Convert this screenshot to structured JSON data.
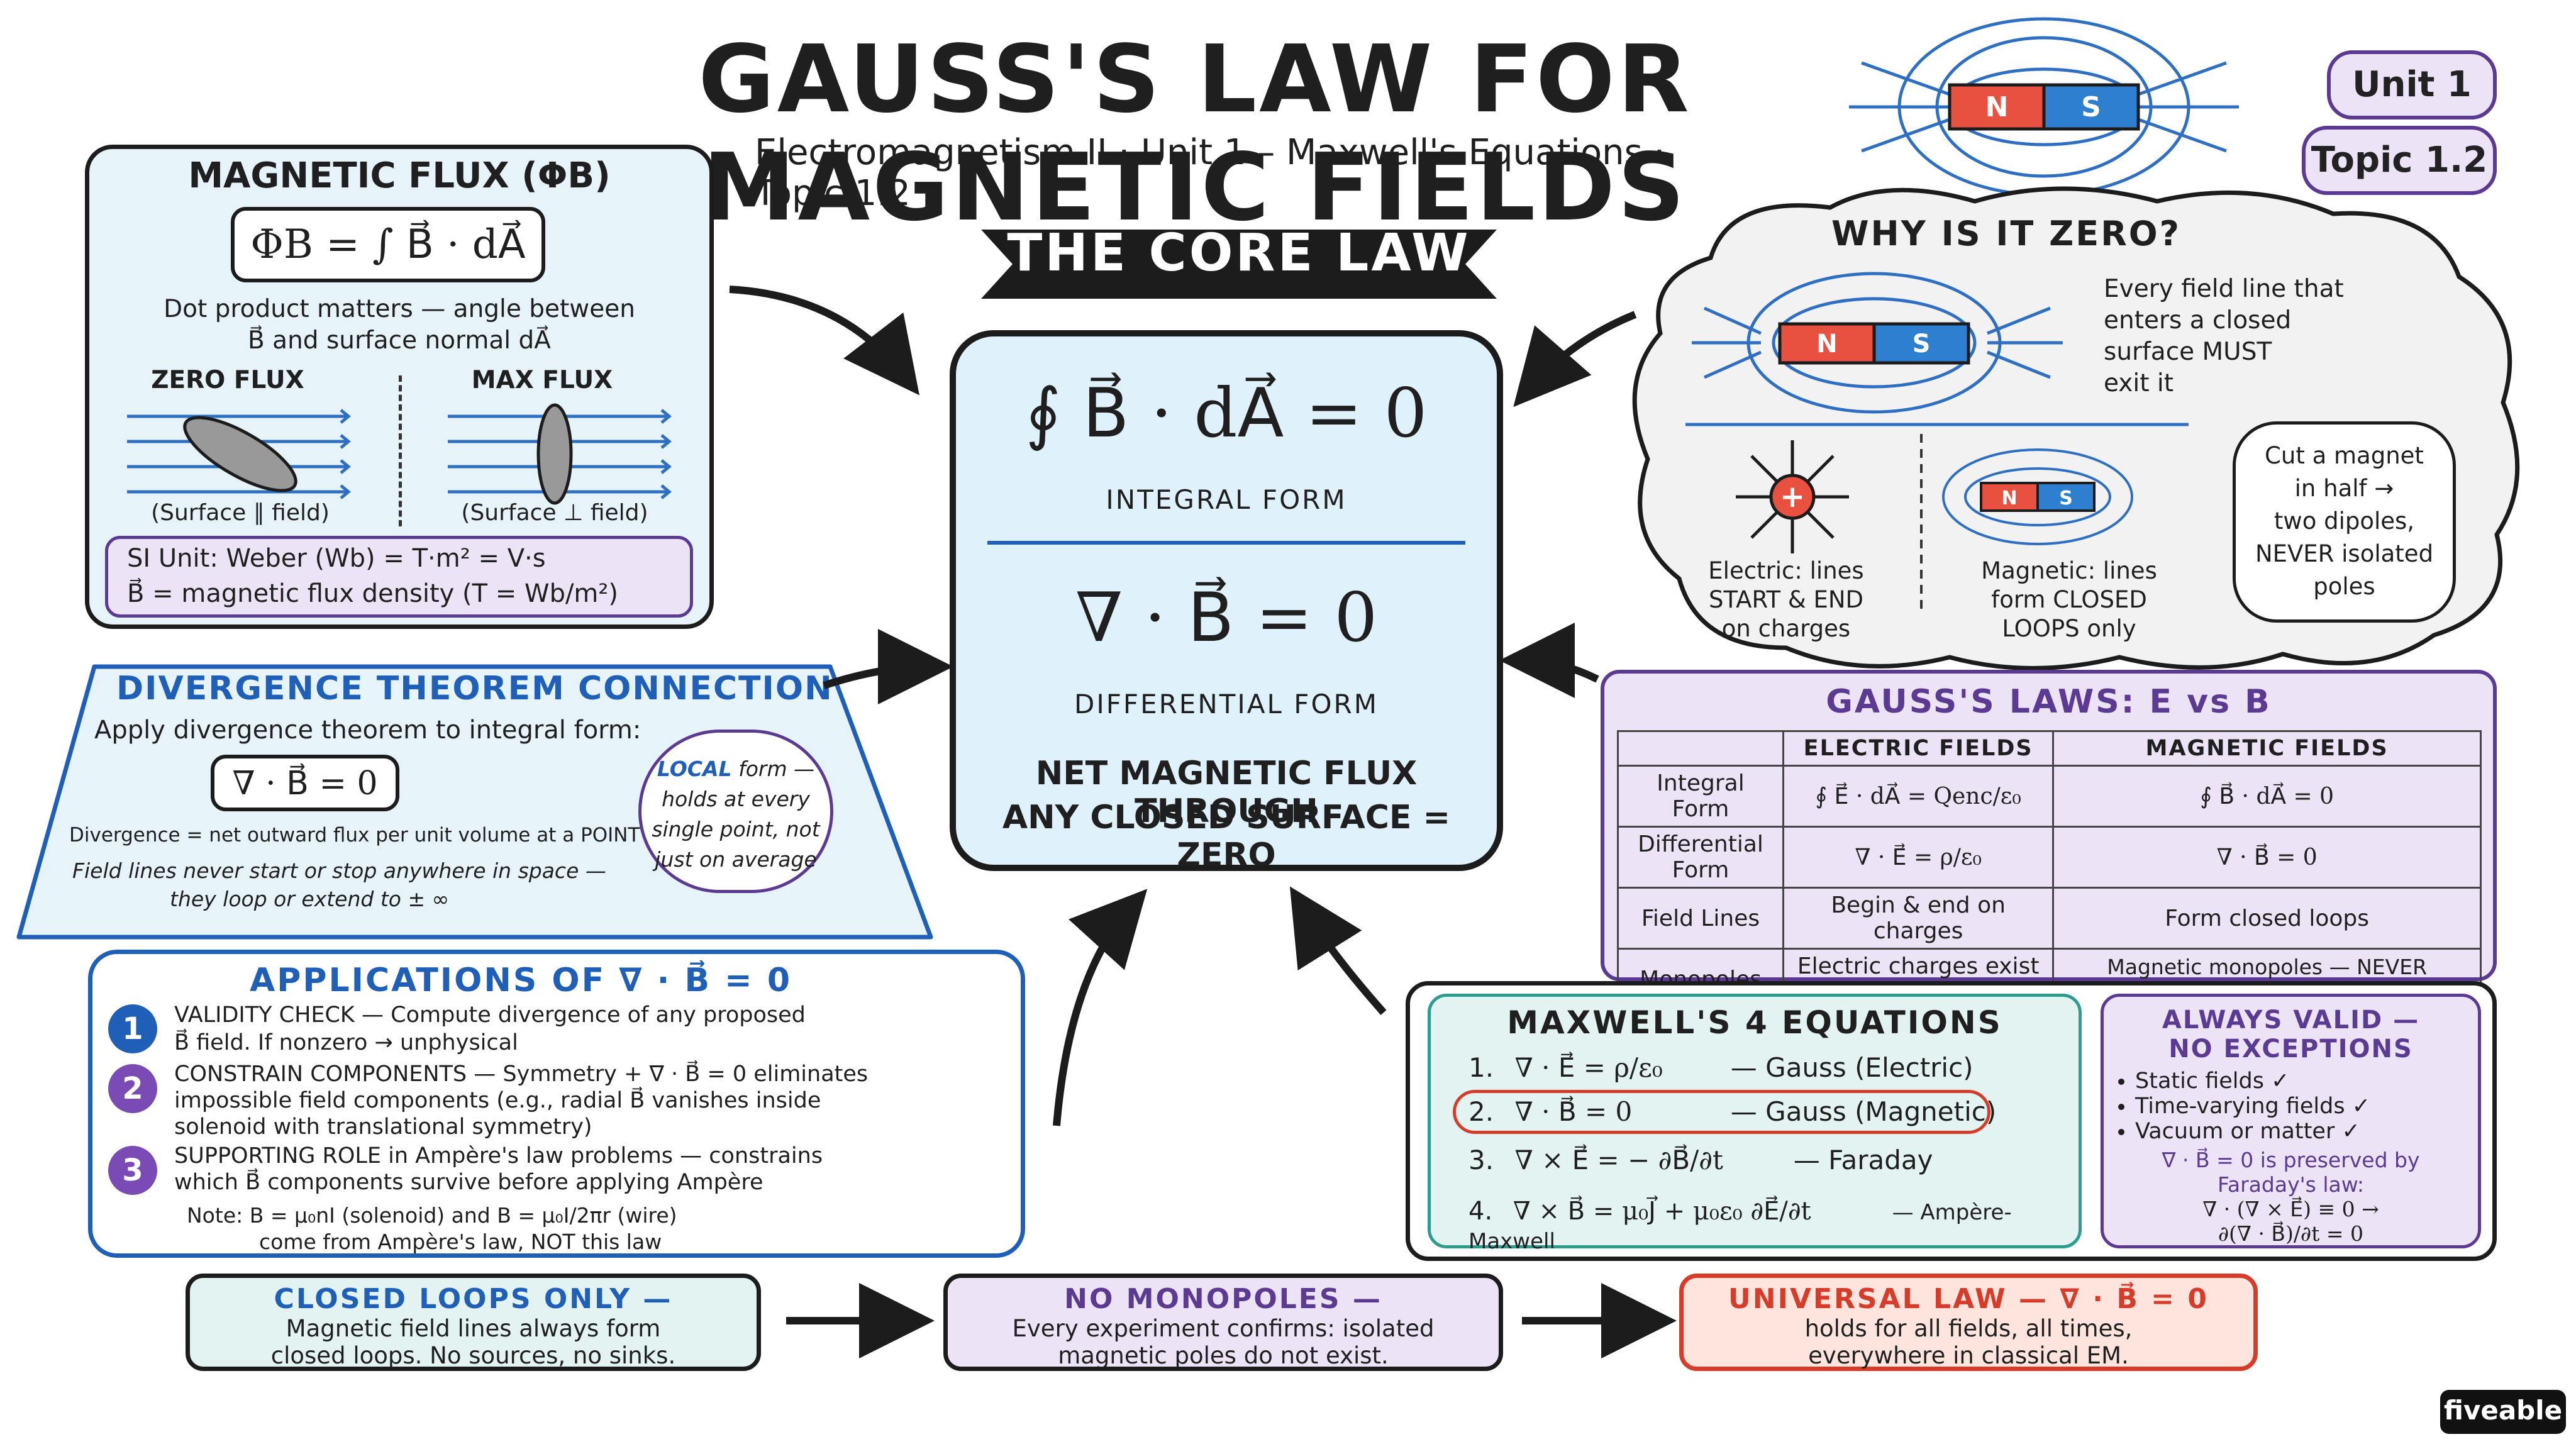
{
  "header": {
    "title": "GAUSS'S LAW FOR MAGNETIC FIELDS",
    "subtitle": "Electromagnetism II · Unit 1 – Maxwell's Equations · Topic 1.2",
    "unit_badge": "Unit 1",
    "topic_badge": "Topic 1.2",
    "magnet_n": "N",
    "magnet_s": "S"
  },
  "flux_panel": {
    "title": "MAGNETIC FLUX (ΦB)",
    "equation": "ΦB = ∫ B⃗ · dA⃗",
    "note_line1": "Dot product matters — angle between",
    "note_line2": "B⃗ and surface normal dA⃗",
    "zero_label": "ZERO FLUX",
    "max_label": "MAX FLUX",
    "zero_caption": "(Surface ∥ field)",
    "max_caption": "(Surface ⊥ field)",
    "units_line1": "SI Unit: Weber (Wb) = T·m² = V·s",
    "units_line2": "B⃗ = magnetic flux density (T = Wb/m²)"
  },
  "divergence_panel": {
    "title": "DIVERGENCE THEOREM CONNECTION",
    "intro": "Apply divergence theorem to integral form:",
    "equation": "∇ · B⃗ = 0",
    "line1": "Divergence = net outward flux per unit volume at a POINT",
    "line2": "Field lines never start or stop anywhere in space —",
    "line3": "they loop or extend to ± ∞",
    "bubble_local": "LOCAL",
    "bubble_rest1": " form —",
    "bubble_line2": "holds at every",
    "bubble_line3": "single point, not",
    "bubble_line4": "just on average"
  },
  "core": {
    "banner": "THE CORE LAW",
    "integral_eq": "∮ B⃗ · dA⃗ = 0",
    "integral_label": "INTEGRAL FORM",
    "differential_eq": "∇ · B⃗ = 0",
    "differential_label": "DIFFERENTIAL FORM",
    "statement_line1": "NET MAGNETIC FLUX THROUGH",
    "statement_line2": "ANY CLOSED SURFACE = ZERO"
  },
  "why_zero": {
    "title": "WHY IS IT ZERO?",
    "text_line1": "Every field line that",
    "text_line2": "enters a closed",
    "text_line3": "surface MUST",
    "text_line4": "exit it",
    "electric_line1": "Electric: lines",
    "electric_line2": "START & END",
    "electric_line3": "on charges",
    "magnetic_line1": "Magnetic: lines",
    "magnetic_line2": "form CLOSED",
    "magnetic_line3": "LOOPS only",
    "cut_line1": "Cut a magnet",
    "cut_line2": "in half →",
    "cut_line3": "two dipoles,",
    "cut_line4": "NEVER isolated",
    "cut_line5": "poles"
  },
  "gauss_table": {
    "title": "GAUSS'S LAWS: E vs B",
    "col_electric": "ELECTRIC FIELDS",
    "col_magnetic": "MAGNETIC FIELDS",
    "rows": [
      {
        "label": "Integral Form",
        "electric": "∮ E⃗ · dA⃗ = Qenc/ε₀",
        "magnetic": "∮ B⃗ · dA⃗ = 0"
      },
      {
        "label": "Differential Form",
        "electric": "∇ · E⃗ = ρ/ε₀",
        "magnetic": "∇ · B⃗ = 0"
      },
      {
        "label": "Field Lines",
        "electric": "Begin & end on charges",
        "magnetic": "Form closed loops"
      },
      {
        "label": "Monopoles",
        "electric": "Electric charges exist ✓",
        "magnetic": "Magnetic monopoles — NEVER observed ✗"
      }
    ]
  },
  "applications": {
    "title": "APPLICATIONS OF ∇ · B⃗ = 0",
    "items": [
      {
        "num": "1",
        "line1": "VALIDITY CHECK — Compute divergence of any proposed",
        "line2": "B⃗ field. If nonzero → unphysical",
        "line3": ""
      },
      {
        "num": "2",
        "line1": "CONSTRAIN COMPONENTS — Symmetry + ∇ · B⃗ = 0 eliminates",
        "line2": "impossible field components (e.g., radial B⃗ vanishes inside",
        "line3": "solenoid with translational symmetry)"
      },
      {
        "num": "3",
        "line1": "SUPPORTING ROLE in Ampère's law problems — constrains",
        "line2": "which B⃗ components survive before applying Ampère",
        "line3": ""
      }
    ],
    "note_line1": "Note: B = μ₀nI (solenoid) and B = μ₀I/2πr (wire)",
    "note_line2": "come from Ampère's law, NOT this law"
  },
  "maxwell": {
    "title": "MAXWELL'S 4 EQUATIONS",
    "equations": [
      {
        "num": "1.",
        "eq": "∇ · E⃗ = ρ/ε₀",
        "name": "— Gauss (Electric)"
      },
      {
        "num": "2.",
        "eq": "∇ · B⃗ = 0",
        "name": "— Gauss (Magnetic)"
      },
      {
        "num": "3.",
        "eq": "∇ × E⃗ = − ∂B⃗/∂t",
        "name": "— Faraday"
      },
      {
        "num": "4.",
        "eq": "∇ × B⃗ = μ₀J⃗ + μ₀ε₀ ∂E⃗/∂t",
        "name": "— Ampère-Maxwell"
      }
    ]
  },
  "always_valid": {
    "title_line1": "ALWAYS VALID —",
    "title_line2": "NO EXCEPTIONS",
    "bullets": [
      "Static fields ✓",
      "Time-varying fields ✓",
      "Vacuum or matter ✓"
    ],
    "faraday_line1": "∇ · B⃗ = 0 is preserved by",
    "faraday_line2": "Faraday's law:",
    "faraday_line3": "∇ · (∇ × E⃗) ≡ 0 →",
    "faraday_line4": "∂(∇ · B⃗)/∂t = 0"
  },
  "footer": {
    "closed_title": "CLOSED LOOPS ONLY —",
    "closed_line1": "Magnetic field lines always form",
    "closed_line2": "closed loops. No sources, no sinks.",
    "mono_title": "NO MONOPOLES —",
    "mono_line1": "Every experiment confirms: isolated",
    "mono_line2": "magnetic poles do not exist.",
    "universal_title": "UNIVERSAL LAW — ∇ · B⃗ = 0",
    "universal_line1": "holds for all fields, all times,",
    "universal_line2": "everywhere in classical EM.",
    "brand": "fiveable"
  },
  "colors": {
    "blue_panel": "#e6f4fa",
    "purple_panel": "#ece3f6",
    "red_panel": "#fde4dd",
    "teal_panel": "#e2f3f1",
    "north": "#e8503f",
    "south": "#2f7fd1",
    "accent_blue": "#1f5fb8",
    "accent_purple": "#5b3a91",
    "accent_red": "#d63c2a"
  }
}
